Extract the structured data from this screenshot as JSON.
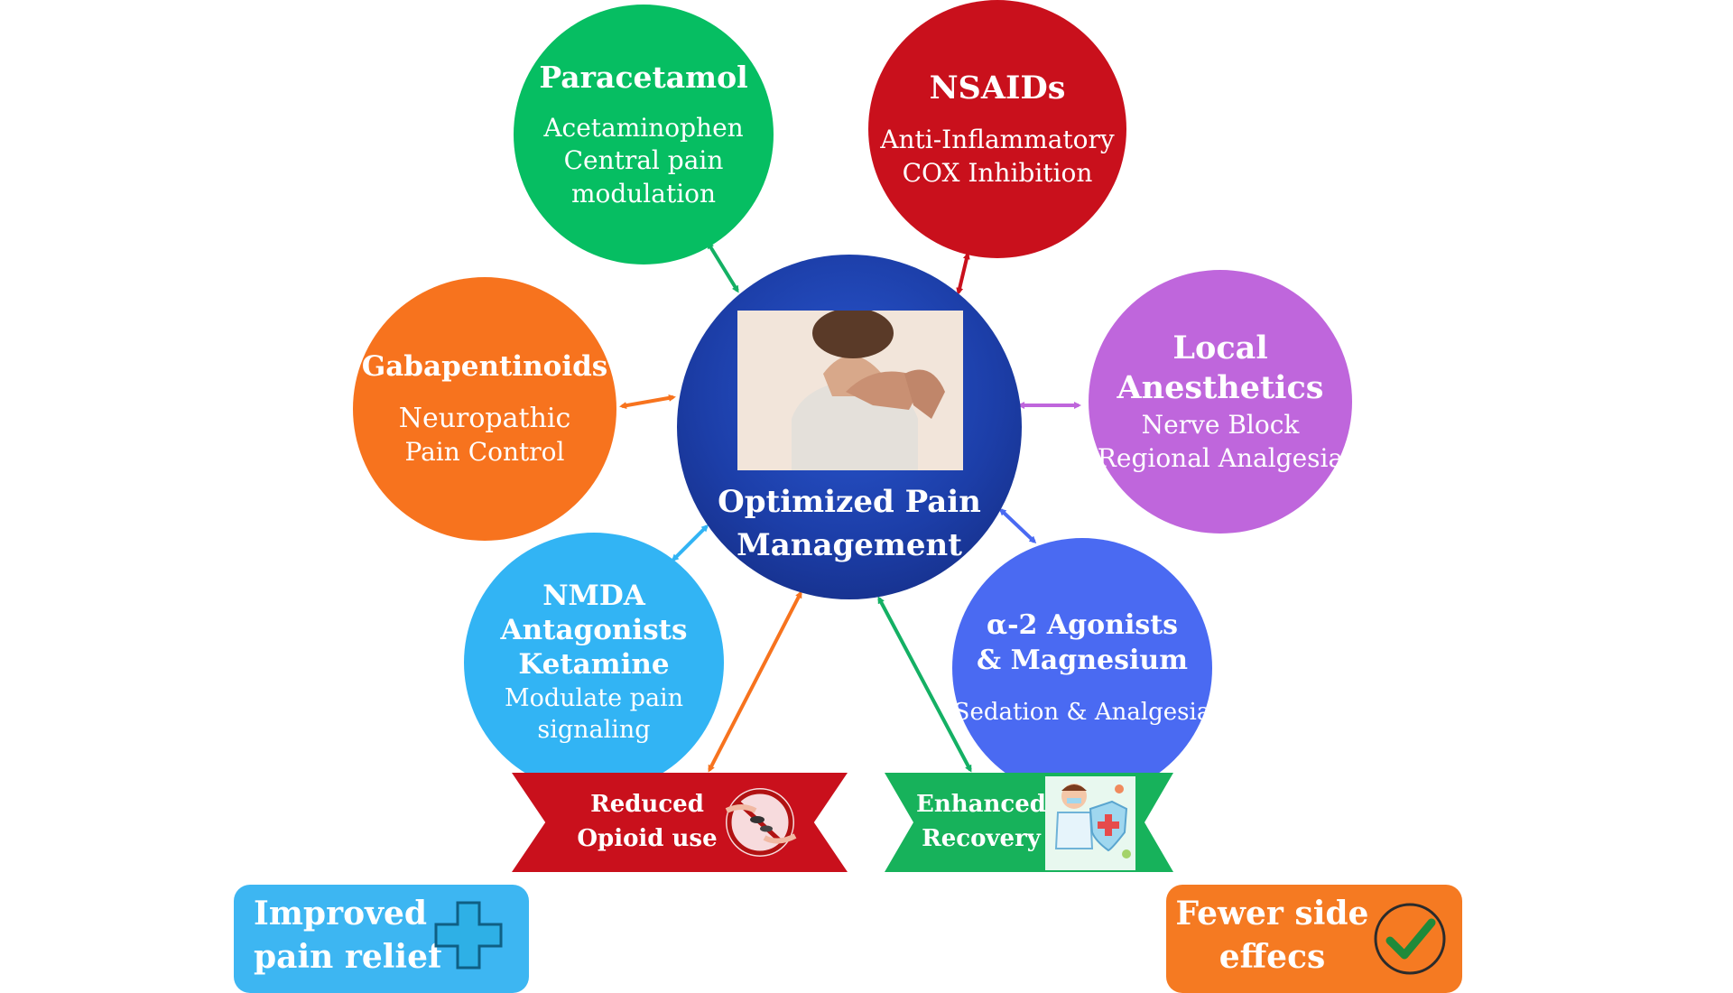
{
  "center": {
    "title_line1": "Optimized Pain",
    "title_line2": "Management",
    "photo_alt": "neck-pain-photo"
  },
  "nodes": {
    "paracetamol": {
      "title": "Paracetamol",
      "lines": [
        "Acetaminophen",
        "Central pain",
        "modulation"
      ],
      "color": "#06be62"
    },
    "nsaids": {
      "title": "NSAIDs",
      "lines": [
        "Anti-Inflammatory",
        "COX Inhibition"
      ],
      "color": "#c9101c"
    },
    "gabapentinoids": {
      "title": "Gabapentinoids",
      "lines": [
        "Neuropathic",
        "Pain Control"
      ],
      "color": "#f7731e"
    },
    "local": {
      "title_line1": "Local",
      "title_line2": "Anesthetics",
      "lines": [
        "Nerve Block",
        "Regional Analgesia"
      ],
      "color": "#bf66dc"
    },
    "nmda": {
      "title_lines": [
        "NMDA",
        "Antagonists",
        "Ketamine"
      ],
      "lines": [
        "Modulate pain",
        "signaling"
      ],
      "color": "#32b4f4"
    },
    "alpha": {
      "title_lines": [
        "α-2 Agonists",
        "& Magnesium"
      ],
      "lines": [
        "Sedation & Analgesia"
      ],
      "color": "#4a6af2"
    }
  },
  "banners": {
    "opioid": {
      "line1": "Reduced",
      "line2": "Opioid use",
      "color": "#c9101c"
    },
    "recovery": {
      "line1": "Enhanced",
      "line2": "Recovery",
      "color": "#17b25b"
    }
  },
  "boxes": {
    "relief": {
      "line1": "Improved",
      "line2": "pain relief",
      "color": "#3db6f2"
    },
    "side": {
      "line1": "Fewer side",
      "line2": "effecs",
      "color": "#f57a22"
    }
  },
  "icons": {
    "center_photo": "neck-pain-photo",
    "opioid_icon": "no-pills-hands-icon",
    "recovery_icon": "doctor-shield-icon",
    "plus_icon": "plus-cross-icon",
    "check_icon": "checkmark-circle-icon"
  }
}
